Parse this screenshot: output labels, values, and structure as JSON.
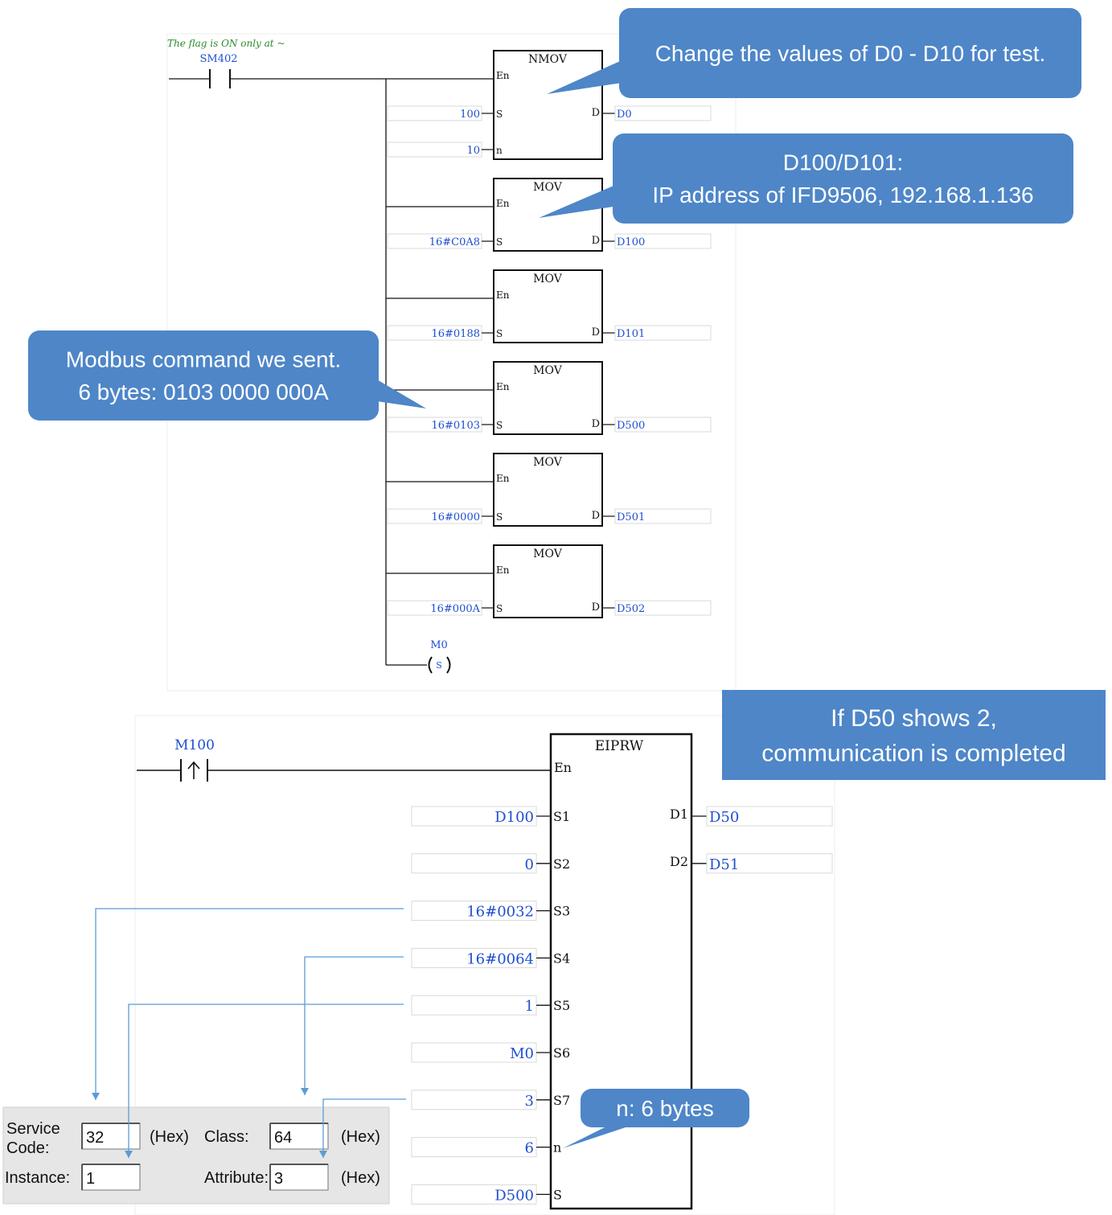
{
  "colors": {
    "operand_blue": "#1f4fd1",
    "callout_fill": "#4e86c8",
    "callout_text": "#ffffff",
    "wire": "#111111",
    "arrow": "#5b9bd5",
    "field_border": "#d8d8d8",
    "dialog_bg": "#e6e6e6"
  },
  "top": {
    "flag_comment": "The flag is ON only at ~",
    "contact_label": "SM402",
    "coil_label": "M0",
    "coil_symbol": "S",
    "blocks": [
      {
        "name": "NMOV",
        "en": "En",
        "ports": [
          {
            "pin": "S",
            "value": "100",
            "dest_pin": "D",
            "dest": "D0"
          },
          {
            "pin": "n",
            "value": "10"
          }
        ]
      },
      {
        "name": "MOV",
        "en": "En",
        "ports": [
          {
            "pin": "S",
            "value": "16#C0A8",
            "dest_pin": "D",
            "dest": "D100"
          }
        ]
      },
      {
        "name": "MOV",
        "en": "En",
        "ports": [
          {
            "pin": "S",
            "value": "16#0188",
            "dest_pin": "D",
            "dest": "D101"
          }
        ]
      },
      {
        "name": "MOV",
        "en": "En",
        "ports": [
          {
            "pin": "S",
            "value": "16#0103",
            "dest_pin": "D",
            "dest": "D500"
          }
        ]
      },
      {
        "name": "MOV",
        "en": "En",
        "ports": [
          {
            "pin": "S",
            "value": "16#0000",
            "dest_pin": "D",
            "dest": "D501"
          }
        ]
      },
      {
        "name": "MOV",
        "en": "En",
        "ports": [
          {
            "pin": "S",
            "value": "16#000A",
            "dest_pin": "D",
            "dest": "D502"
          }
        ]
      }
    ]
  },
  "bottom": {
    "contact_label": "M100",
    "block_name": "EIPRW",
    "en": "En",
    "inputs": [
      {
        "pin": "S1",
        "value": "D100"
      },
      {
        "pin": "S2",
        "value": "0"
      },
      {
        "pin": "S3",
        "value": "16#0032"
      },
      {
        "pin": "S4",
        "value": "16#0064"
      },
      {
        "pin": "S5",
        "value": "1"
      },
      {
        "pin": "S6",
        "value": "M0"
      },
      {
        "pin": "S7",
        "value": "3"
      },
      {
        "pin": "n",
        "value": "6"
      },
      {
        "pin": "S",
        "value": "D500"
      }
    ],
    "outputs": [
      {
        "pin": "D1",
        "value": "D50"
      },
      {
        "pin": "D2",
        "value": "D51"
      }
    ]
  },
  "dialog": {
    "service_code_label": "Service\nCode:",
    "service_code_value": "32",
    "hex1": "(Hex)",
    "class_label": "Class:",
    "class_value": "64",
    "hex2": "(Hex)",
    "instance_label": "Instance:",
    "instance_value": "1",
    "attribute_label": "Attribute:",
    "attribute_value": "3",
    "hex3": "(Hex)"
  },
  "callouts": {
    "test_values": "Change the values of D0 - D10 for test.",
    "ip_address": "D100/D101:\nIP address of IFD9506, 192.168.1.136",
    "modbus": "Modbus command we sent.\n6 bytes: 0103 0000 000A",
    "completed": "If D50 shows 2,\ncommunication is completed",
    "n_bytes": "n: 6 bytes"
  }
}
